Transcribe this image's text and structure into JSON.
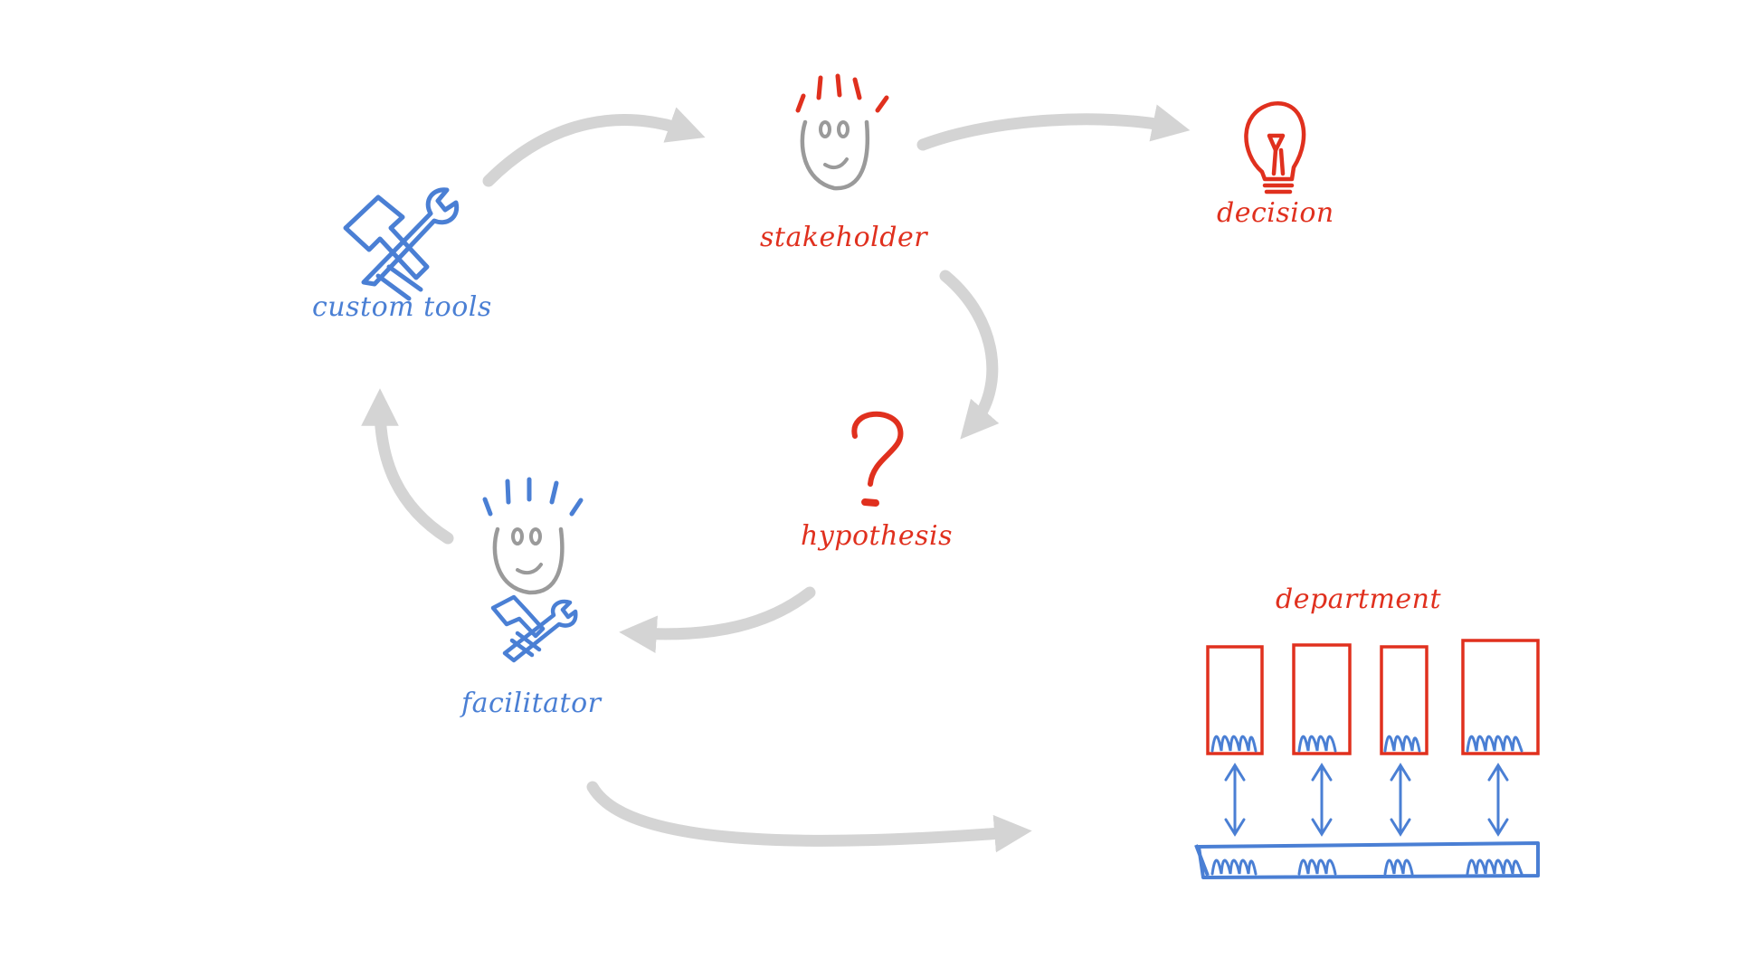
{
  "colors": {
    "blue": "#4a7fd4",
    "red": "#e0301e",
    "arrow": "#d4d4d4",
    "face": "#9a9a9a"
  },
  "nodes": {
    "custom_tools": {
      "label": "custom tools",
      "icon": "hammer-wrench-icon"
    },
    "stakeholder": {
      "label": "stakeholder",
      "icon": "smiling-face-icon"
    },
    "decision": {
      "label": "decision",
      "icon": "lightbulb-icon"
    },
    "hypothesis": {
      "label": "hypothesis",
      "icon": "question-mark-icon"
    },
    "facilitator": {
      "label": "facilitator",
      "icon": "smiling-face-with-tools-icon"
    },
    "department": {
      "label": "department",
      "icon": "department-grid-icon"
    }
  }
}
